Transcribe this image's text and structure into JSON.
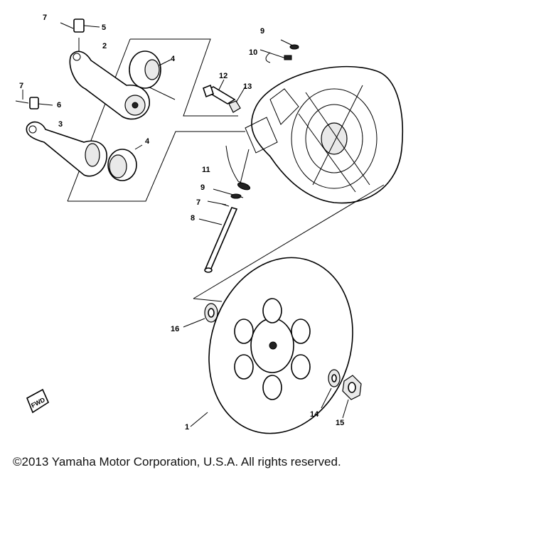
{
  "diagram": {
    "callouts": [
      {
        "id": "c7a",
        "label": "7"
      },
      {
        "id": "c5",
        "label": "5"
      },
      {
        "id": "c2",
        "label": "2"
      },
      {
        "id": "c4a",
        "label": "4"
      },
      {
        "id": "c7b",
        "label": "7"
      },
      {
        "id": "c6",
        "label": "6"
      },
      {
        "id": "c3",
        "label": "3"
      },
      {
        "id": "c4b",
        "label": "4"
      },
      {
        "id": "c9a",
        "label": "9"
      },
      {
        "id": "c10",
        "label": "10"
      },
      {
        "id": "c12",
        "label": "12"
      },
      {
        "id": "c13",
        "label": "13"
      },
      {
        "id": "c11",
        "label": "11"
      },
      {
        "id": "c9b",
        "label": "9"
      },
      {
        "id": "c7c",
        "label": "7"
      },
      {
        "id": "c8",
        "label": "8"
      },
      {
        "id": "c16",
        "label": "16"
      },
      {
        "id": "c1",
        "label": "1"
      },
      {
        "id": "c14",
        "label": "14"
      },
      {
        "id": "c15",
        "label": "15"
      }
    ],
    "fwd_label": "FWD"
  },
  "footer": {
    "copyright": "©2013 Yamaha Motor Corporation, U.S.A. All rights reserved."
  }
}
